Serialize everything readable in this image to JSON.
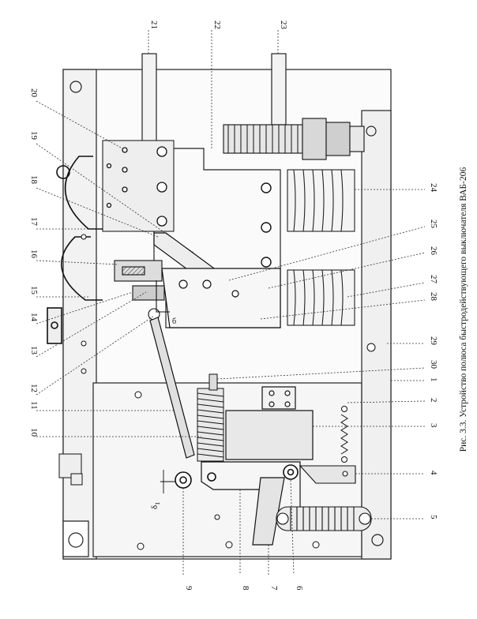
{
  "figure": {
    "caption": "Рис. 3.3. Устройство полюса быстродействующего выключателя ВАБ-206",
    "callouts": [
      "1",
      "2",
      "3",
      "4",
      "5",
      "6",
      "7",
      "8",
      "9",
      "10",
      "11",
      "12",
      "13",
      "14",
      "15",
      "16",
      "17",
      "18",
      "19",
      "20",
      "21",
      "22",
      "23",
      "24",
      "25",
      "26",
      "27",
      "28",
      "29",
      "30"
    ],
    "dim_label_delta": "δ",
    "dim_label_sub": "1",
    "gap_label": "б"
  }
}
